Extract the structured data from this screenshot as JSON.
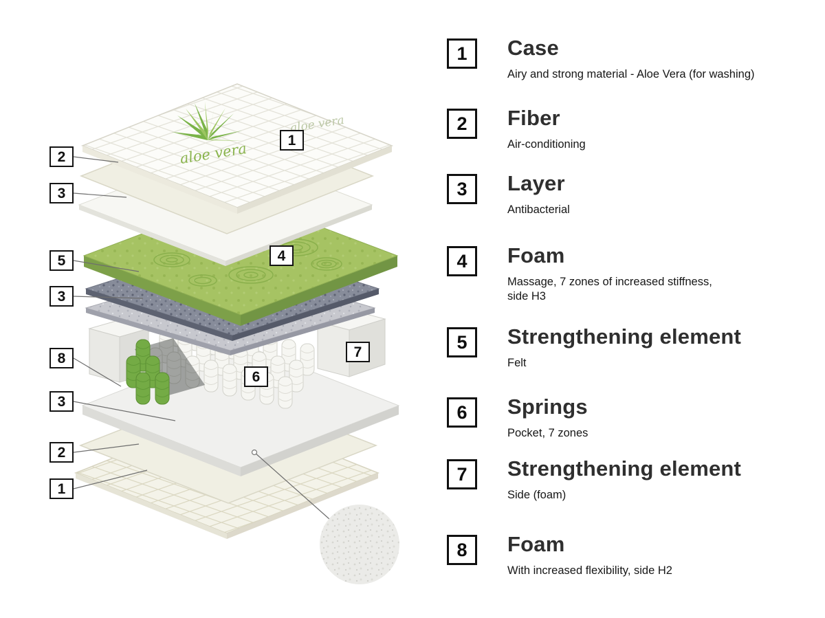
{
  "diagram": {
    "aloe_text": "aloe vera",
    "left_callouts": [
      "2",
      "3",
      "5",
      "3",
      "8",
      "3",
      "2",
      "1"
    ],
    "layer_callouts": [
      "1",
      "4",
      "7",
      "6"
    ]
  },
  "legend": {
    "items": [
      {
        "num": "1",
        "title": "Case",
        "desc": "Airy and strong material - Aloe Vera (for washing)"
      },
      {
        "num": "2",
        "title": "Fiber",
        "desc": "Air-conditioning"
      },
      {
        "num": "3",
        "title": "Layer",
        "desc": "Antibacterial"
      },
      {
        "num": "4",
        "title": "Foam",
        "desc": "Massage, 7 zones of increased stiffness,\n side H3"
      },
      {
        "num": "5",
        "title": "Strengthening element",
        "desc": "Felt"
      },
      {
        "num": "6",
        "title": "Springs",
        "desc": "Pocket, 7 zones"
      },
      {
        "num": "7",
        "title": "Strengthening element",
        "desc": "Side (foam)"
      },
      {
        "num": "8",
        "title": "Foam",
        "desc": "With increased flexibility, side H2"
      }
    ]
  },
  "colors": {
    "foam_green": "#a6c363",
    "spring_green": "#74ab45",
    "felt_gray": "#878c9a",
    "outline_black": "#141414"
  }
}
